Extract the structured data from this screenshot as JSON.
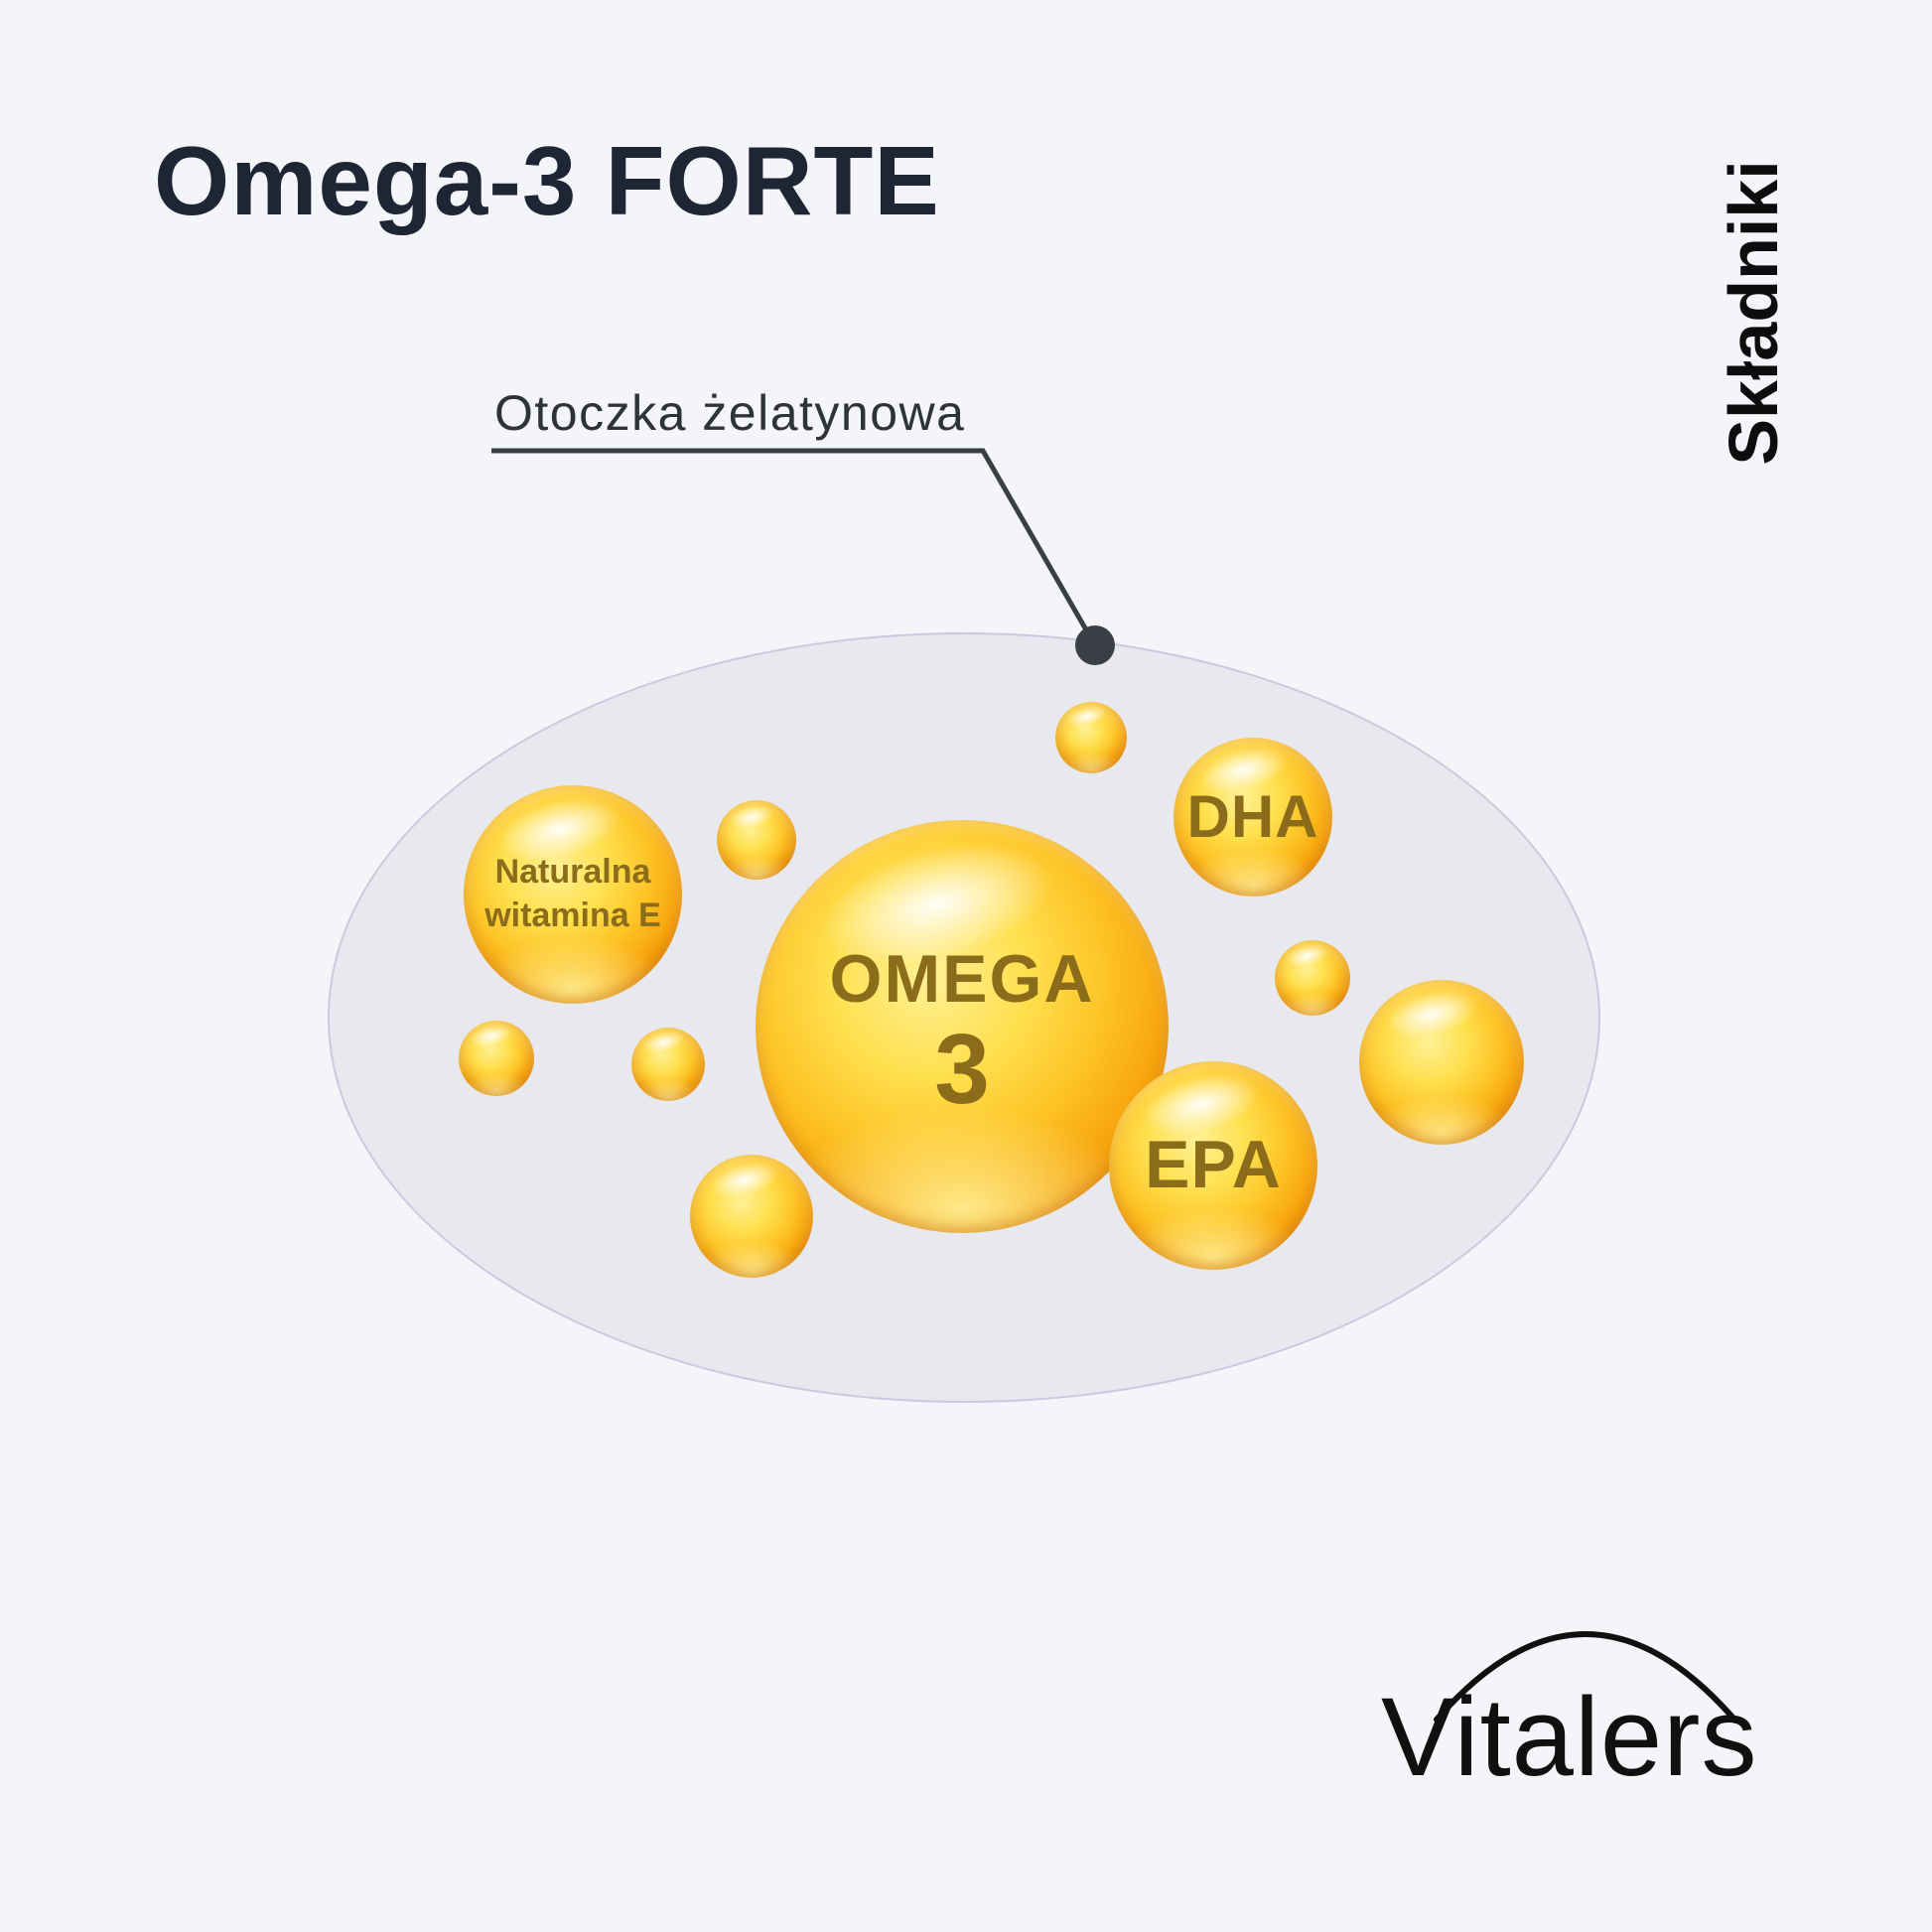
{
  "title": "Omega-3 FORTE",
  "side_label": "Składniki",
  "callout": {
    "label": "Otoczka żelatynowa"
  },
  "capsule": {
    "bubbles": {
      "vitamin_e": {
        "line1": "Naturalna",
        "line2": "witamina E"
      },
      "omega": {
        "line1": "OMEGA",
        "line2": "3"
      },
      "dha": {
        "label": "DHA"
      },
      "epa": {
        "label": "EPA"
      }
    }
  },
  "brand": {
    "name": "Vitalers"
  },
  "colors": {
    "background": "#f4f5f8",
    "title_navy": "#1e2534",
    "side_label_black": "#0d0d0f",
    "callout_text": "#2f3237",
    "leader_line": "#3b3e44",
    "ellipse_fill": "#e8e9ee",
    "ellipse_border": "#c9c9df",
    "bubble_text_gold": "#8a6c1a",
    "bubble_core_yellow": "#ffe04f",
    "bubble_rim_orange": "#c36502",
    "brand_black": "#101010"
  }
}
